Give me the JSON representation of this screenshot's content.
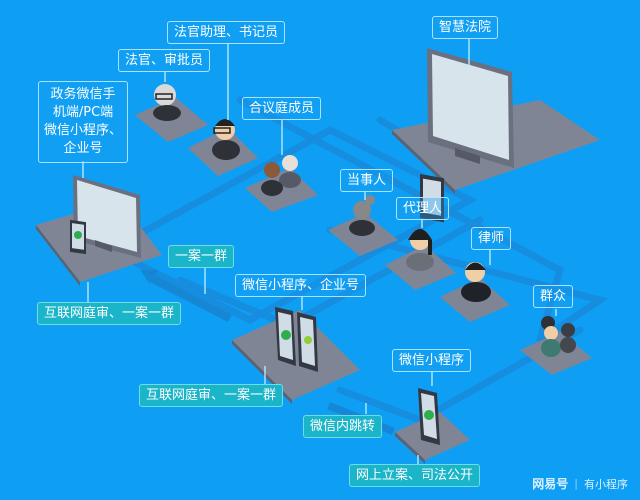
{
  "colors": {
    "background": "#0e9ff5",
    "label_border": "#bfebff",
    "label_teal": "#1bb5c9",
    "platform": "#7f8594",
    "platform_shadow": "#5c6270",
    "network_line": "#1a88d8"
  },
  "nodes": {
    "smart_court": {
      "label": "智慧法院",
      "icon": "desktop-monitor-with-tablet-gavel"
    },
    "judge_approver": {
      "label": "法官、审批员",
      "icon": "elderly-judge-avatar"
    },
    "assistant_clerk": {
      "label": "法官助理、书记员",
      "icon": "clerk-avatar-suit"
    },
    "panel_members": {
      "label": "合议庭成员",
      "icon": "two-person-avatar"
    },
    "gov_wechat": {
      "label": "政务微信手机端/PC端微信小程序、企业号",
      "label_lines": [
        "政务微信手",
        "机端/PC端",
        "微信小程序、",
        "企业号"
      ],
      "icon": "desktop-monitor-with-tablet"
    },
    "party": {
      "label": "当事人",
      "icon": "woman-glasses-avatar"
    },
    "agent": {
      "label": "代理人",
      "icon": "woman-avatar"
    },
    "lawyer": {
      "label": "律师",
      "icon": "lawyer-avatar-suit"
    },
    "public": {
      "label": "群众",
      "icon": "group-avatar"
    },
    "miniapp_enterprise": {
      "label": "微信小程序、企业号",
      "icon": "two-tablets-wechat"
    },
    "miniapp": {
      "label": "微信小程序",
      "icon": "tablet-miniprogram"
    }
  },
  "flow_labels": {
    "one_case_one_group_top": "一案一群",
    "internet_trial_left": "互联网庭审、一案一群",
    "internet_trial_bottom": "互联网庭审、一案一群",
    "wechat_jump": "微信内跳转",
    "online_filing": "网上立案、司法公开"
  },
  "watermark": {
    "brand": "网易号",
    "separator": "|",
    "author": "有小程序"
  }
}
